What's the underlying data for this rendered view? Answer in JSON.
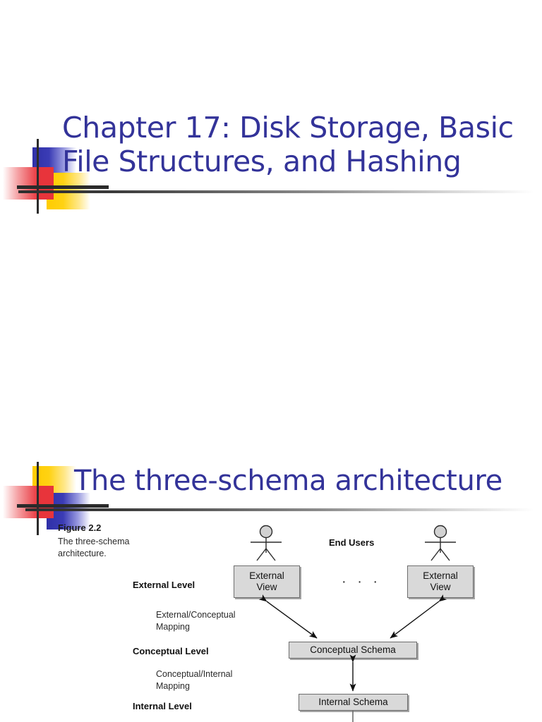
{
  "slide_one": {
    "title": "Chapter 17: Disk Storage, Basic File Structures, and Hashing",
    "title_color": "#333399",
    "logo": {
      "name": "powerpoint-corner-logo",
      "blue": "#2f30a8",
      "yellow": "#ffcc00",
      "red": "#e8343b",
      "bar": "#2b2b2b",
      "order": "blue-top-yellow-bottom"
    }
  },
  "slide_two": {
    "title": "The three-schema architecture",
    "title_color": "#333399",
    "logo": {
      "name": "powerpoint-corner-logo",
      "blue": "#2f30a8",
      "yellow": "#ffcc00",
      "red": "#e8343b",
      "bar": "#2b2b2b",
      "order": "yellow-top-blue-bottom"
    },
    "figure": {
      "caption_title": "Figure 2.2",
      "caption_body": "The three-schema architecture.",
      "end_users_label": "End Users",
      "ellipsis": "· · ·",
      "levels": [
        {
          "label": "External Level"
        },
        {
          "label": "Conceptual Level"
        },
        {
          "label": "Internal Level"
        }
      ],
      "mappings": [
        {
          "label": "External/Conceptual Mapping"
        },
        {
          "label": "Conceptual/Internal Mapping"
        }
      ],
      "boxes": [
        {
          "name": "external-view-left",
          "line1": "External",
          "line2": "View"
        },
        {
          "name": "external-view-right",
          "line1": "External",
          "line2": "View"
        },
        {
          "name": "conceptual-schema",
          "line1": "Conceptual Schema",
          "line2": ""
        },
        {
          "name": "internal-schema",
          "line1": "Internal Schema",
          "line2": ""
        }
      ],
      "box_fill": "#d9d9d9",
      "box_border": "#6e6e6e",
      "stick_figure_count": 2
    }
  }
}
